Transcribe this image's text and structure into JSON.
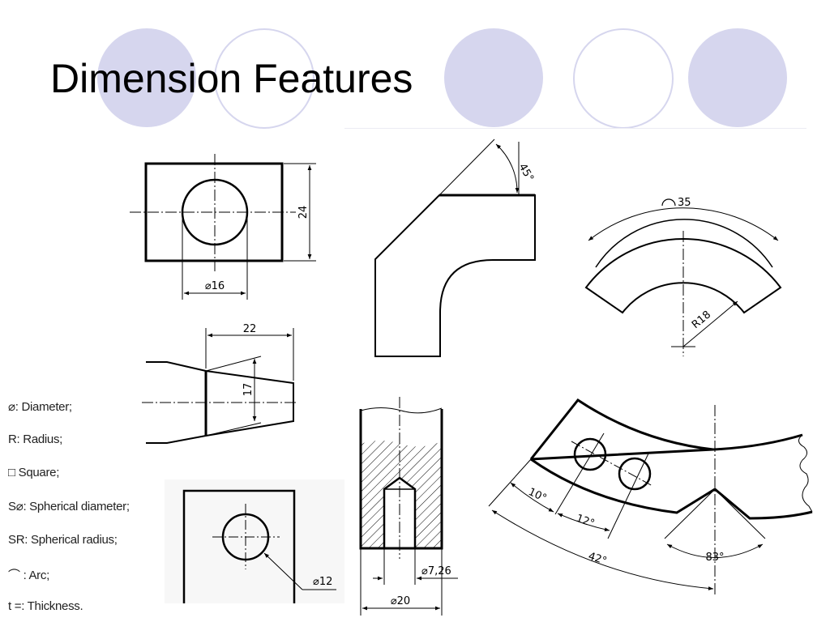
{
  "slide": {
    "title": "Dimension Features"
  },
  "theme": {
    "circle_fill": "#d6d6ee",
    "line_color": "#000000"
  },
  "legend": [
    {
      "symbol": "⌀",
      "text": ": Diameter;"
    },
    {
      "symbol": "R",
      "text": ": Radius;"
    },
    {
      "symbol": "□",
      "text": " Square;"
    },
    {
      "symbol": "S⌀",
      "text": ": Spherical diameter;"
    },
    {
      "symbol": "SR",
      "text": ": Spherical radius;"
    },
    {
      "symbol": "⌒",
      "text": " : Arc;"
    },
    {
      "symbol": "t =",
      "text": ": Thickness."
    }
  ],
  "dimensions": {
    "rect_height": "24",
    "hole_diameter": "⌀16",
    "taper_length": "22",
    "taper_height": "17",
    "bend_angle": "45°",
    "arc_length": "35",
    "arc_radius": "R18",
    "plate_hole": "⌀12",
    "bore_diameter": "⌀7,26",
    "shaft_diameter": "⌀20",
    "angle_10": "10°",
    "angle_12": "12°",
    "angle_42": "42°",
    "angle_83": "83°"
  }
}
